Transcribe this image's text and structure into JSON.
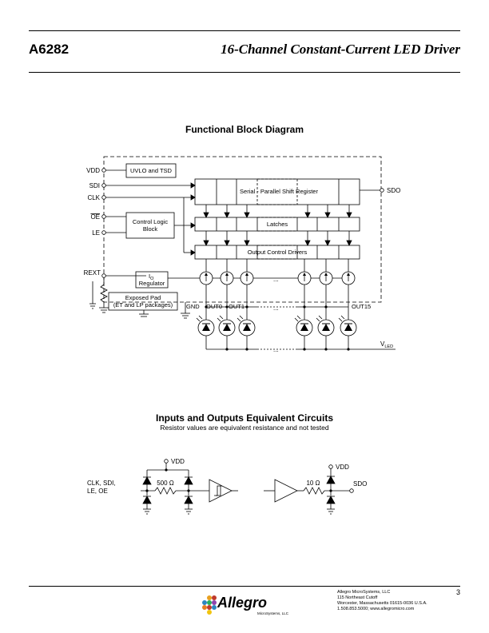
{
  "header": {
    "part_number": "A6282",
    "title": "16-Channel Constant-Current LED Driver"
  },
  "block_diagram": {
    "title": "Functional Block Diagram",
    "pins_left": [
      "VDD",
      "SDI",
      "CLK",
      "OE",
      "LE",
      "REXT"
    ],
    "pin_sdo": "SDO",
    "uvlo_label": "UVLO and TSD",
    "control_logic_label_1": "Control Logic",
    "control_logic_label_2": "Block",
    "shift_register_label": "Serial - Parallel Shift Register",
    "latches_label": "Latches",
    "output_drivers_label": "Output Control Drivers",
    "regulator_label_1": "I",
    "regulator_label_sub": "O",
    "regulator_label_2": "Regulator",
    "exposed_pad_label_1": "Exposed Pad",
    "exposed_pad_label_2": "(ET and LP packages)",
    "gnd_label": "GND",
    "out0_label": "OUT0",
    "out1_label": "OUT1",
    "out15_label": "OUT15",
    "ellipsis": "...",
    "vled_label": "V",
    "vled_sub": "LED"
  },
  "io_circuits": {
    "title": "Inputs and Outputs Equivalent Circuits",
    "subtitle": "Resistor values are equivalent resistance and not tested",
    "input_vdd": "VDD",
    "input_pins_1": "CLK, SDI,",
    "input_pins_2": "LE, OE",
    "input_resistor": "500 Ω",
    "output_vdd": "VDD",
    "output_resistor": "10 Ω",
    "output_pin": "SDO"
  },
  "footer": {
    "page_number": "3",
    "logo_text": "Allegro",
    "logo_subtext": "MicroSystems, LLC",
    "company_name": "Allegro MicroSystems, LLC",
    "address_1": "115 Northeast Cutoff",
    "address_2": "Worcester, Massachusetts 01615-0036 U.S.A.",
    "contact": "1.508.853.5000; www.allegromicro.com"
  }
}
